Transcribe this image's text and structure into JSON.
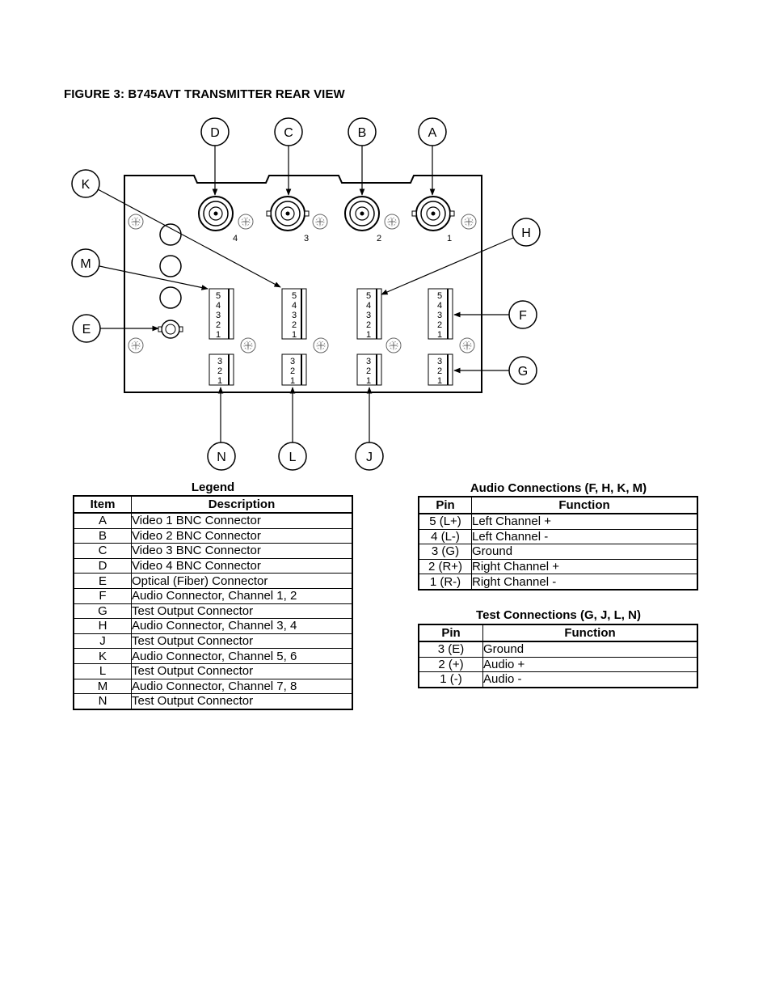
{
  "figure_title": "FIGURE 3:  B745AVT TRANSMITTER REAR VIEW",
  "callouts": {
    "A": "A",
    "B": "B",
    "C": "C",
    "D": "D",
    "E": "E",
    "F": "F",
    "G": "G",
    "H": "H",
    "J": "J",
    "K": "K",
    "L": "L",
    "M": "M",
    "N": "N"
  },
  "bnc_numbers": [
    "4",
    "3",
    "2",
    "1"
  ],
  "audio_block_pins": [
    "5",
    "4",
    "3",
    "2",
    "1"
  ],
  "test_block_pins": [
    "3",
    "2",
    "1"
  ],
  "legend": {
    "caption": "Legend",
    "headers": [
      "Item",
      "Description"
    ],
    "rows": [
      [
        "A",
        "Video 1 BNC Connector"
      ],
      [
        "B",
        "Video 2 BNC Connector"
      ],
      [
        "C",
        "Video 3 BNC Connector"
      ],
      [
        "D",
        "Video 4 BNC Connector"
      ],
      [
        "E",
        "Optical (Fiber) Connector"
      ],
      [
        "F",
        "Audio Connector, Channel 1, 2"
      ],
      [
        "G",
        "Test Output Connector"
      ],
      [
        "H",
        "Audio Connector, Channel 3, 4"
      ],
      [
        "J",
        "Test Output Connector"
      ],
      [
        "K",
        "Audio Connector, Channel 5, 6"
      ],
      [
        "L",
        "Test Output Connector"
      ],
      [
        "M",
        "Audio Connector, Channel 7, 8"
      ],
      [
        "N",
        "Test Output Connector"
      ]
    ]
  },
  "audio_connections": {
    "caption": "Audio Connections (F, H, K, M)",
    "headers": [
      "Pin",
      "Function"
    ],
    "rows": [
      [
        "5 (L+)",
        "Left Channel +"
      ],
      [
        "4 (L-)",
        "Left Channel -"
      ],
      [
        "3 (G)",
        "Ground"
      ],
      [
        "2 (R+)",
        "Right Channel +"
      ],
      [
        "1 (R-)",
        "Right Channel -"
      ]
    ]
  },
  "test_connections": {
    "caption": "Test Connections (G, J, L, N)",
    "headers": [
      "Pin",
      "Function"
    ],
    "rows": [
      [
        "3 (E)",
        "Ground"
      ],
      [
        "2 (+)",
        "Audio +"
      ],
      [
        "1 (-)",
        "Audio -"
      ]
    ]
  }
}
